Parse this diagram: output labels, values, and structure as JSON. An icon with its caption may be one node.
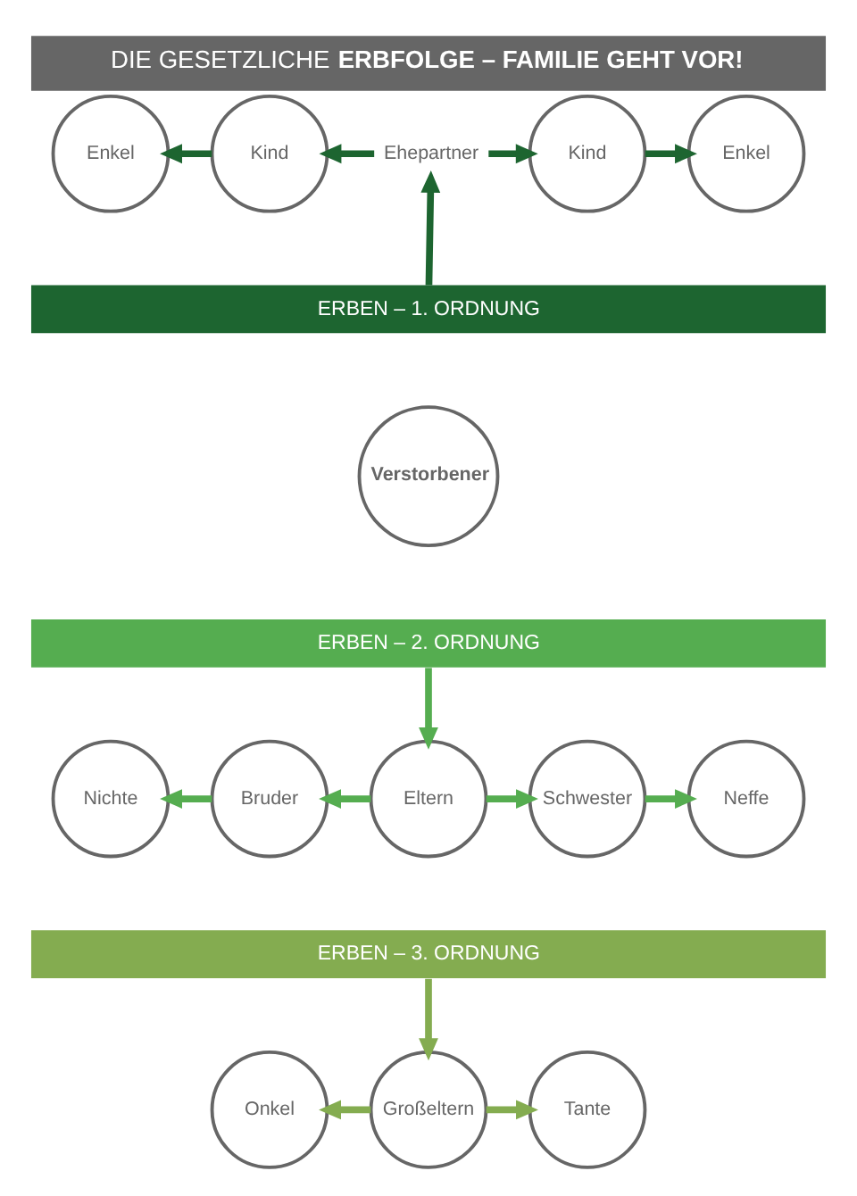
{
  "diagram": {
    "title": "DIE GESETZLICHE **ERBFOLGE – FAMILIE GEHT VOR!**",
    "nodes": [
      {
        "text": [
          "Enkel"
        ]
      },
      {
        "text": [
          "Kind"
        ]
      },
      {
        "text": [
          "Ehepartner"
        ]
      },
      {
        "text": [
          "Kind"
        ]
      },
      {
        "text": [
          "Enkel"
        ]
      },
      {
        "text": [
          "ERBEN – 1. ORDNUNG"
        ]
      },
      {
        "text": [
          "Verstorbener"
        ]
      },
      {
        "text": [
          "ERBEN – 2. ORDNUNG"
        ]
      },
      {
        "text": [
          "Nichte"
        ]
      },
      {
        "text": [
          "Bruder"
        ]
      },
      {
        "text": [
          "Eltern"
        ]
      },
      {
        "text": [
          "Schwester"
        ]
      },
      {
        "text": [
          "Neffe"
        ]
      },
      {
        "text": [
          "ERBEN – 3. ORDNUNG"
        ]
      },
      {
        "text": [
          "Onkel"
        ]
      },
      {
        "text": [
          "Großeltern"
        ]
      },
      {
        "text": [
          "Tante"
        ]
      }
    ],
    "edges": [
      {
        "from": 1,
        "to": 0,
        "arrow": "to",
        "color": "#1d6530"
      },
      {
        "from": 2,
        "to": 1,
        "arrow": "to",
        "color": "#1d6530"
      },
      {
        "from": 2,
        "to": 3,
        "arrow": "to",
        "color": "#1d6530"
      },
      {
        "from": 3,
        "to": 4,
        "arrow": "to",
        "color": "#1d6530"
      },
      {
        "from": 5,
        "to": 2,
        "arrow": "to",
        "color": "#1d6530"
      },
      {
        "from": 7,
        "to": 10,
        "arrow": "to",
        "color": "#55ad50"
      },
      {
        "from": 10,
        "to": 9,
        "arrow": "to",
        "color": "#55ad50"
      },
      {
        "from": 9,
        "to": 8,
        "arrow": "to",
        "color": "#55ad50"
      },
      {
        "from": 10,
        "to": 11,
        "arrow": "to",
        "color": "#55ad50"
      },
      {
        "from": 11,
        "to": 12,
        "arrow": "to",
        "color": "#55ad50"
      },
      {
        "from": 13,
        "to": 15,
        "arrow": "to",
        "color": "#84ac50"
      },
      {
        "from": 15,
        "to": 14,
        "arrow": "to",
        "color": "#84ac50"
      },
      {
        "from": 15,
        "to": 16,
        "arrow": "to",
        "color": "#84ac50"
      }
    ]
  }
}
